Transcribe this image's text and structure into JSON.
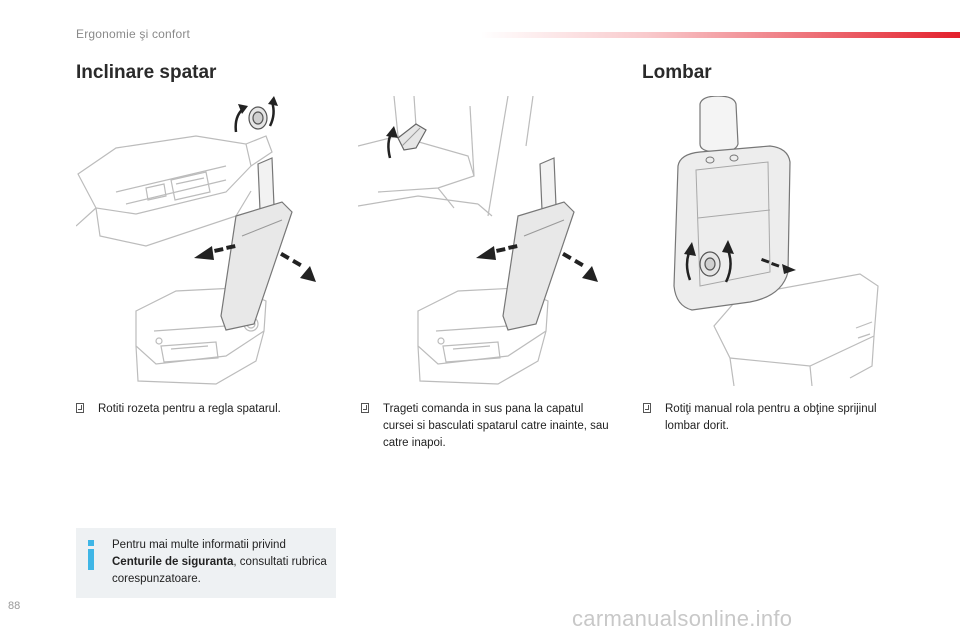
{
  "header": {
    "section": "Ergonomie şi confort",
    "accent_color": "#e3202c"
  },
  "titles": {
    "left": "Inclinare spatar",
    "right": "Lombar"
  },
  "illustrations": [
    {
      "name": "seat-backrest-knob-illustration"
    },
    {
      "name": "seat-backrest-lever-illustration"
    },
    {
      "name": "seat-lumbar-wheel-illustration"
    }
  ],
  "bullets": [
    {
      "text": "Rotiti rozeta pentru a regla spatarul."
    },
    {
      "text": "Trageti comanda in sus pana la capatul cursei si basculati spatarul catre inainte, sau catre inapoi."
    },
    {
      "text": "Rotiţi manual rola pentru a obţine sprijinul lombar dorit."
    }
  ],
  "info": {
    "prefix": "Pentru mai multe informatii privind",
    "bold": "Centurile de siguranta",
    "suffix": ", consultati rubrica corespunzatoare.",
    "icon_color": "#3fb6e6"
  },
  "footer": {
    "page_number": "88",
    "watermark": "carmanualsonline.info"
  }
}
